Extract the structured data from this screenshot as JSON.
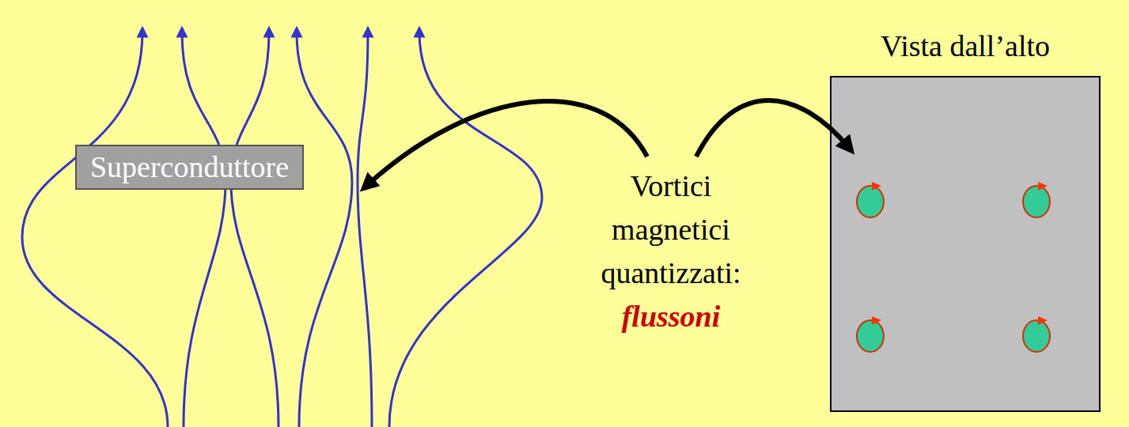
{
  "diagram": {
    "nodes": [
      {
        "text": [
          "Superconduttore"
        ]
      },
      {
        "text": [
          "Vista dall’alto"
        ]
      }
    ],
    "labels": [
      "Vortici magnetici quantizzati:",
      "flussoni"
    ]
  }
}
